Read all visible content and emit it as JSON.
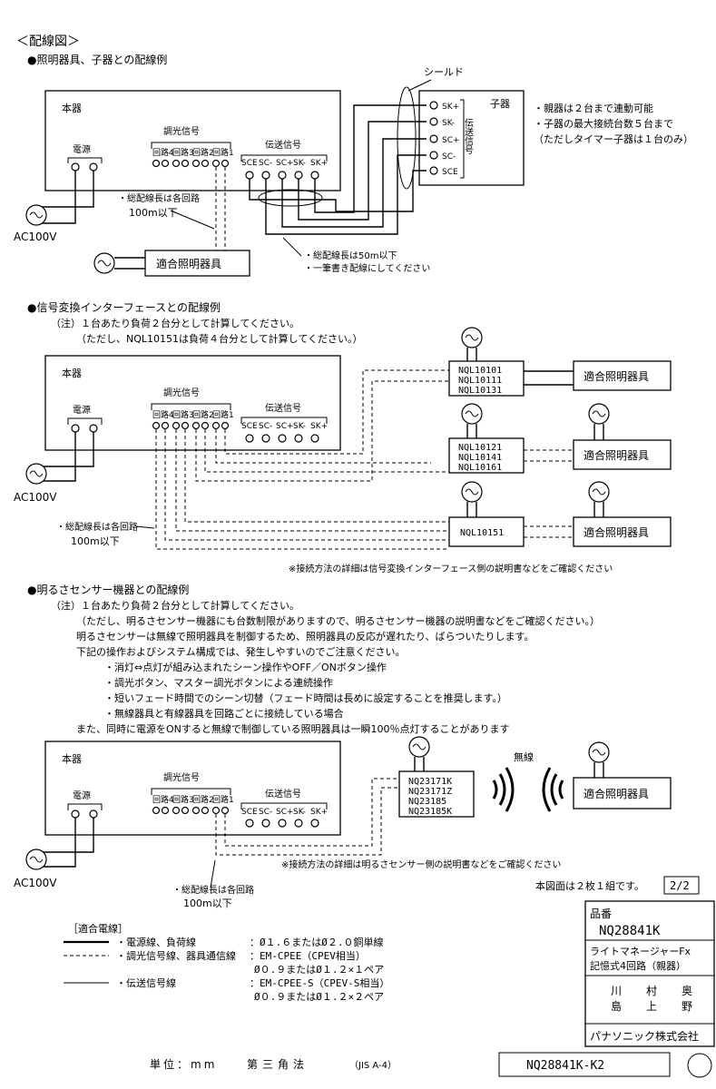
{
  "title": "＜配線図＞",
  "section1": {
    "heading": "●照明器具、子器との配線例",
    "main_unit": "本器",
    "power": "電源",
    "dimming": "調光信号",
    "circuits": [
      "回路4",
      "回路3",
      "回路2",
      "回路1"
    ],
    "transmission": "伝送信号",
    "terminals": [
      "SCE",
      "SC-",
      "SC+",
      "SK-",
      "SK+"
    ],
    "ac": "AC100V",
    "wire_len_line1": "・総配線長は各回路",
    "wire_len_line2": "100m以下",
    "fixture": "適合照明器具",
    "shield": "シールド",
    "sub_unit": "子器",
    "sub_terminals": [
      "SK+",
      "SK-",
      "SC+",
      "SC-",
      "SCE"
    ],
    "sub_signal": "伝送信号",
    "note1": "・総配線長は50m以下",
    "note2": "・一筆書き配線にしてください",
    "side_notes": [
      "・親器は２台まで連動可能",
      "・子器の最大接続台数５台まで",
      "（ただしタイマー子器は１台のみ）"
    ]
  },
  "section2": {
    "heading": "●信号変換インターフェースとの配線例",
    "note_a": "（注）１台あたり負荷２台分として計算してください。",
    "note_b": "（ただし、NQL10151は負荷４台分として計算してください。）",
    "main_unit": "本器",
    "power": "電源",
    "dimming": "調光信号",
    "circuits": [
      "回路4",
      "回路3",
      "回路2",
      "回路1"
    ],
    "transmission": "伝送信号",
    "terminals": [
      "SCE",
      "SC-",
      "SC+",
      "SK-",
      "SK+"
    ],
    "ac": "AC100V",
    "iface1": [
      "NQL10101",
      "NQL10111",
      "NQL10131"
    ],
    "iface2": [
      "NQL10121",
      "NQL10141",
      "NQL10161"
    ],
    "iface3": [
      "NQL10151"
    ],
    "fixture": "適合照明器具",
    "wire_len_line1": "・総配線長は各回路",
    "wire_len_line2": "100m以下",
    "footnote": "※接続方法の詳細は信号変換インターフェース側の説明書などをご確認ください"
  },
  "section3": {
    "heading": "●明るさセンサー機器との配線例",
    "notes": [
      "（注）１台あたり負荷２台分として計算してください。",
      "（ただし、明るさセンサー機器にも台数制限がありますので、明るさセンサー機器の説明書などをご確認ください。）",
      "明るさセンサーは無線で照明器具を制御するため、照明器具の反応が遅れたり、ばらついたりします。",
      "下記の操作およびシステム構成では、発生しやすいのでご注意ください。",
      "・消灯⇔点灯が組み込まれたシーン操作やOFF／ONボタン操作",
      "・調光ボタン、マスター調光ボタンによる連続操作",
      "・短いフェード時間でのシーン切替（フェード時間は長めに設定することを推奨します。）",
      "・無線器具と有線器具を回路ごとに接続している場合",
      "また、同時に電源をONすると無線で制御している照明器具は一瞬100％点灯することがあります"
    ],
    "main_unit": "本器",
    "power": "電源",
    "dimming": "調光信号",
    "circuits": [
      "回路4",
      "回路3",
      "回路2",
      "回路1"
    ],
    "transmission": "伝送信号",
    "terminals": [
      "SCE",
      "SC-",
      "SC+",
      "SK-",
      "SK+"
    ],
    "ac": "AC100V",
    "sensors": [
      "NQ23171K",
      "NQ23171Z",
      "NQ23185",
      "NQ23185K"
    ],
    "wireless": "無線",
    "fixture": "適合照明器具",
    "footnote": "※接続方法の詳細は明るさセンサー側の説明書などをご確認ください",
    "wire_len_line1": "・総配線長は各回路",
    "wire_len_line2": "100m以下"
  },
  "sheet_note": "本図面は２枚１組です。",
  "sheet_no": "2/2",
  "legend": {
    "title": "［適合電線］",
    "rows": [
      {
        "label": "・電源線、負荷線",
        "spec": "：Ø１.６またはØ２.０銅単線"
      },
      {
        "label": "・調光信号線、器具通信線",
        "spec": "：EM-CPEE（CPEV相当）"
      },
      {
        "label": "",
        "spec": "Ø０.９またはØ１.２×１ペア"
      },
      {
        "label": "・伝送信号線",
        "spec": "：EM-CPEE-S（CPEV-S相当）"
      },
      {
        "label": "",
        "spec": "Ø０.９またはØ１.２×２ペア"
      }
    ]
  },
  "titleblock": {
    "hinban_label": "品番",
    "model": "NQ28841K",
    "name1": "ライトマネージャーFx",
    "name2": "記憶式4回路（親器）",
    "names_row1": [
      "川",
      "村",
      "奥"
    ],
    "names_row2": [
      "島",
      "上",
      "野"
    ],
    "company": "パナソニック株式会社"
  },
  "footer": {
    "unit": "単位：mm",
    "projection": "第三角法",
    "jis": "（JIS A-4）",
    "doc_no": "NQ28841K-K2"
  }
}
